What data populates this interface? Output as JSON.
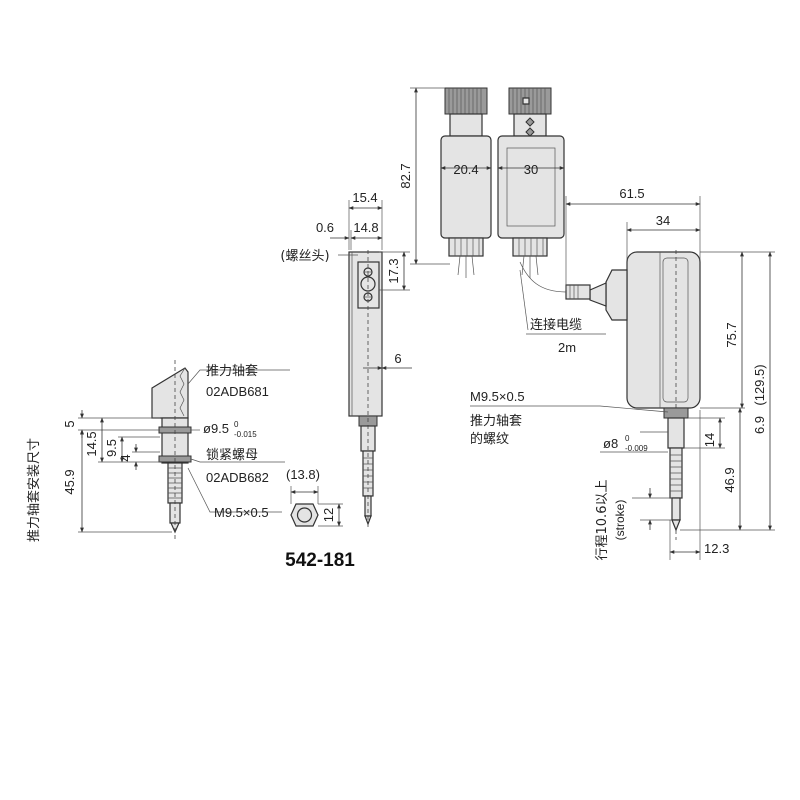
{
  "model": "542-181",
  "labels": {
    "plunger_sleeve": "推力轴套",
    "part_02adb681": "02ADB681",
    "lock_nut": "锁紧螺母",
    "part_02adb682": "02ADB682",
    "screw_head": "(螺丝头)",
    "connecting_cable": "连接电缆",
    "cable_length": "2m",
    "sleeve_thread_line1": "推力轴套",
    "sleeve_thread_line2": "的螺纹",
    "mount_dim": "推力轴套安装尺寸",
    "stroke_cn": "行程10.6以上",
    "stroke_en": "(stroke)"
  },
  "dims": {
    "d_5": "5",
    "d_14_5": "14.5",
    "d_9_5": "9.5",
    "d_4": "4",
    "d_45_9": "45.9",
    "phi_9_5": "ø9.5",
    "tol_top_0": "0",
    "tol_015": "-0.015",
    "d_13_8": "(13.8)",
    "d_12": "12",
    "thread_left": "M9.5×0.5",
    "d_15_4": "15.4",
    "d_0_6": "0.6",
    "d_14_8": "14.8",
    "d_17_3": "17.3",
    "d_6": "6",
    "d_82_7": "82.7",
    "d_20_4": "20.4",
    "d_30": "30",
    "d_61_5": "61.5",
    "d_34": "34",
    "d_75_7": "75.7",
    "d_6_9": "6.9",
    "d_129_5": "(129.5)",
    "thread_right": "M9.5×0.5",
    "phi_8": "ø8",
    "tol_top_0b": "0",
    "tol_009": "-0.009",
    "d_14": "14",
    "d_46_9": "46.9",
    "d_12_3": "12.3"
  }
}
